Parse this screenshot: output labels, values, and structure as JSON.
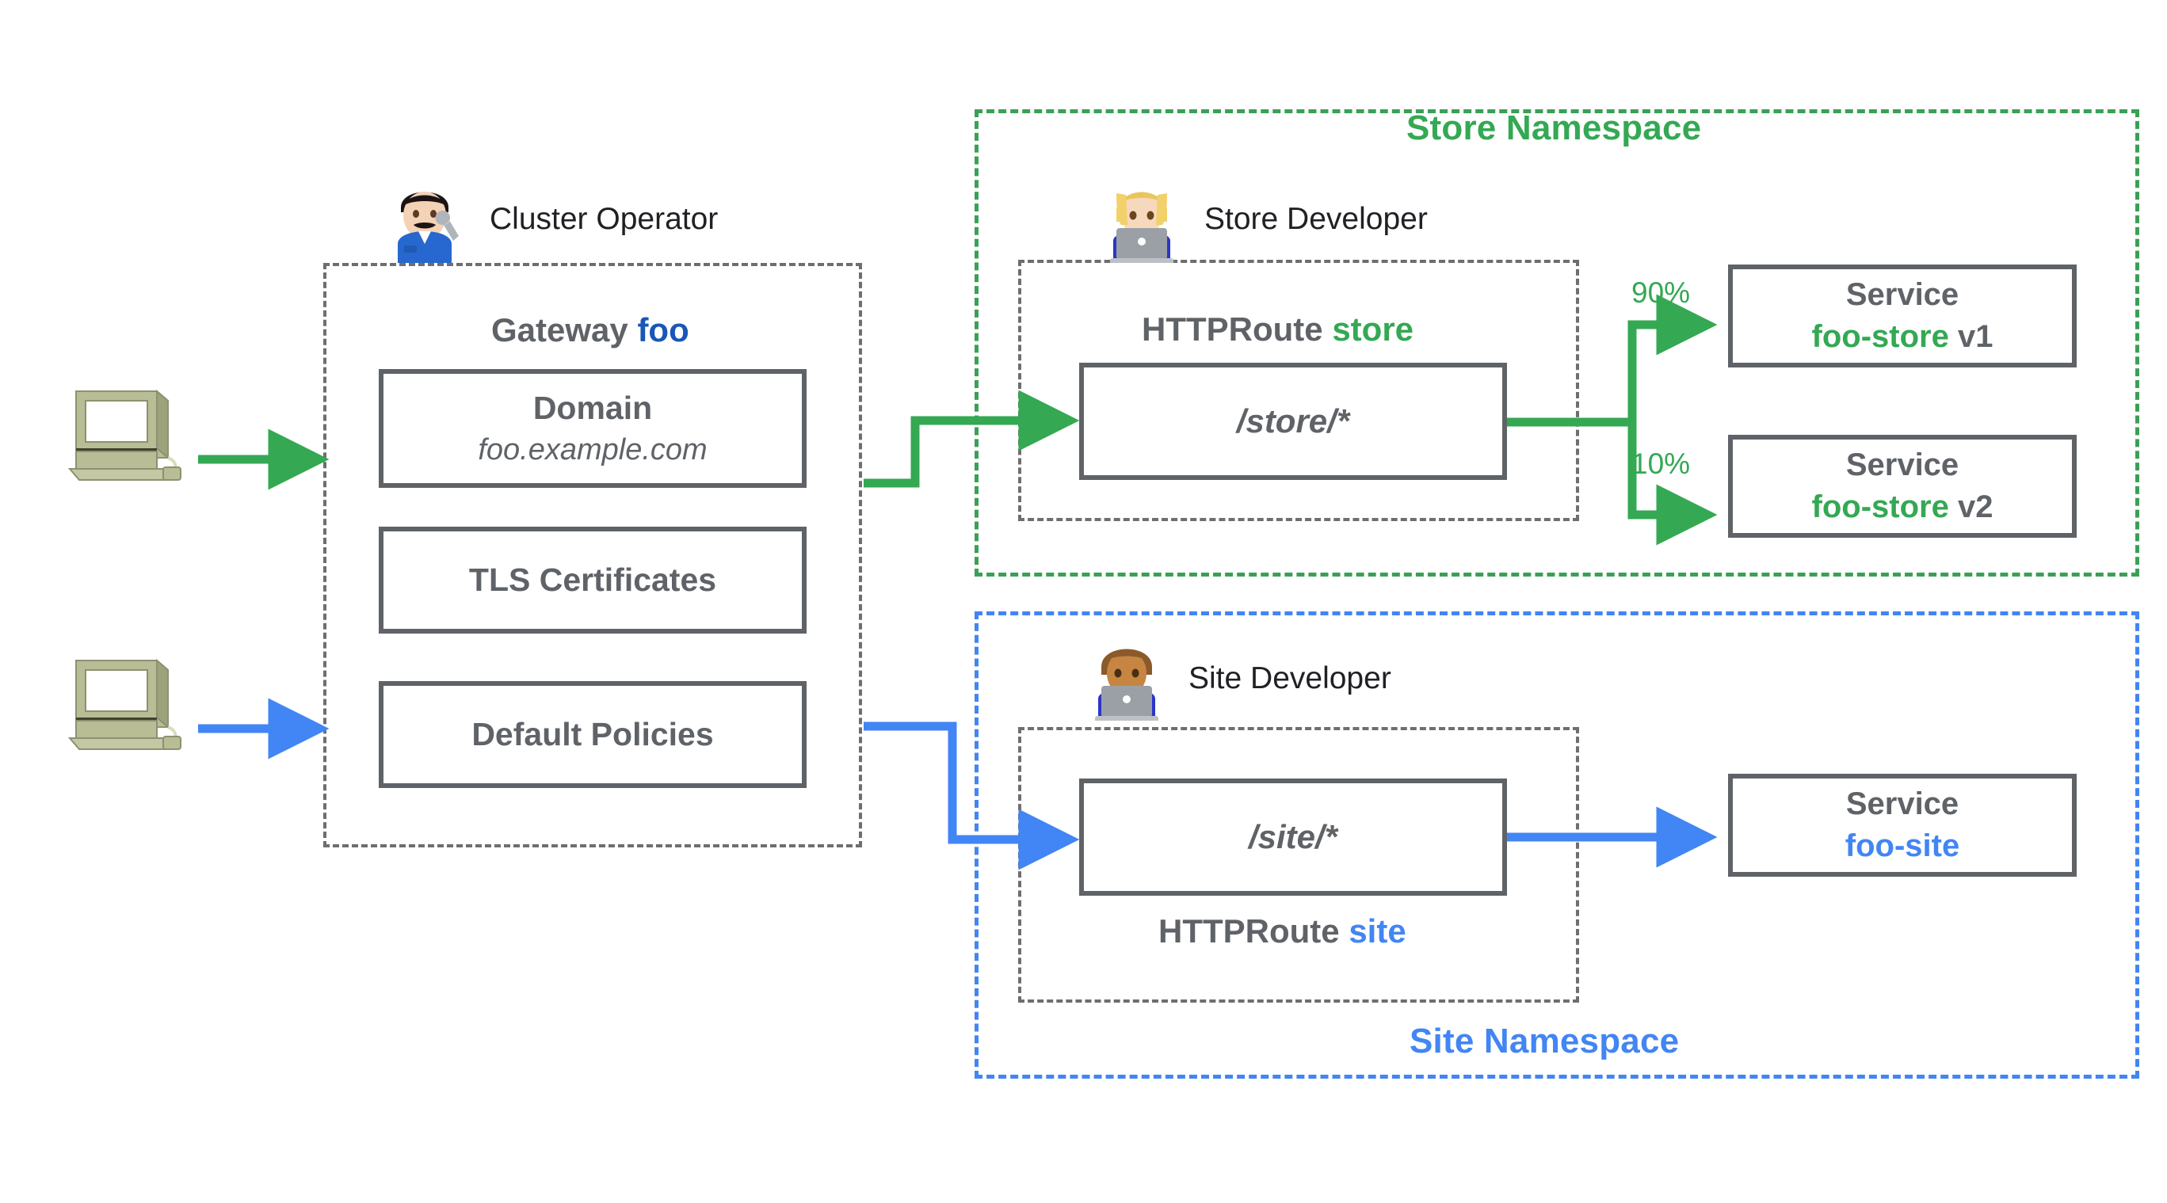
{
  "diagram": {
    "title": "Kubernetes Gateway API role-oriented routing diagram",
    "colors": {
      "green": "#34a853",
      "green_dash": "#3aa055",
      "blue": "#4285f4",
      "blue_dark": "#1a56b8",
      "grey": "#5f6368",
      "grey_dash": "#6e6e6e",
      "background": "#ffffff"
    }
  },
  "clients": [
    {
      "icon": "computer-icon",
      "glyph": "🖥",
      "arrow_color": "#34a853"
    },
    {
      "icon": "computer-icon",
      "glyph": "🖥",
      "arrow_color": "#4285f4"
    }
  ],
  "cluster": {
    "role": {
      "label": "Cluster Operator",
      "avatar_glyph": "👨‍🔧",
      "avatar_name": "cluster-operator-avatar"
    },
    "header": {
      "prefix": "Gateway",
      "accent": "foo"
    },
    "items": [
      {
        "title": "Domain",
        "subtitle": "foo.example.com"
      },
      {
        "title": "TLS Certificates",
        "subtitle": ""
      },
      {
        "title": "Default Policies",
        "subtitle": ""
      }
    ]
  },
  "namespaces": [
    {
      "id": "store",
      "title": "Store Namespace",
      "color": "#34a853",
      "role": {
        "label": "Store Developer",
        "avatar_glyph": "👩‍💻",
        "avatar_name": "store-developer-avatar"
      },
      "route": {
        "header_prefix": "HTTPRoute",
        "header_accent": "store",
        "header_position": "above",
        "match": "/store/*"
      },
      "backends": [
        {
          "weight": "90%",
          "kind": "Service",
          "name": "foo-store",
          "version": "v1"
        },
        {
          "weight": "10%",
          "kind": "Service",
          "name": "foo-store",
          "version": "v2"
        }
      ]
    },
    {
      "id": "site",
      "title": "Site Namespace",
      "color": "#4285f4",
      "role": {
        "label": "Site Developer",
        "avatar_glyph": "👨🏽‍💻",
        "avatar_name": "site-developer-avatar"
      },
      "route": {
        "header_prefix": "HTTPRoute",
        "header_accent": "site",
        "header_position": "below",
        "match": "/site/*"
      },
      "backends": [
        {
          "weight": "",
          "kind": "Service",
          "name": "foo-site",
          "version": ""
        }
      ]
    }
  ]
}
